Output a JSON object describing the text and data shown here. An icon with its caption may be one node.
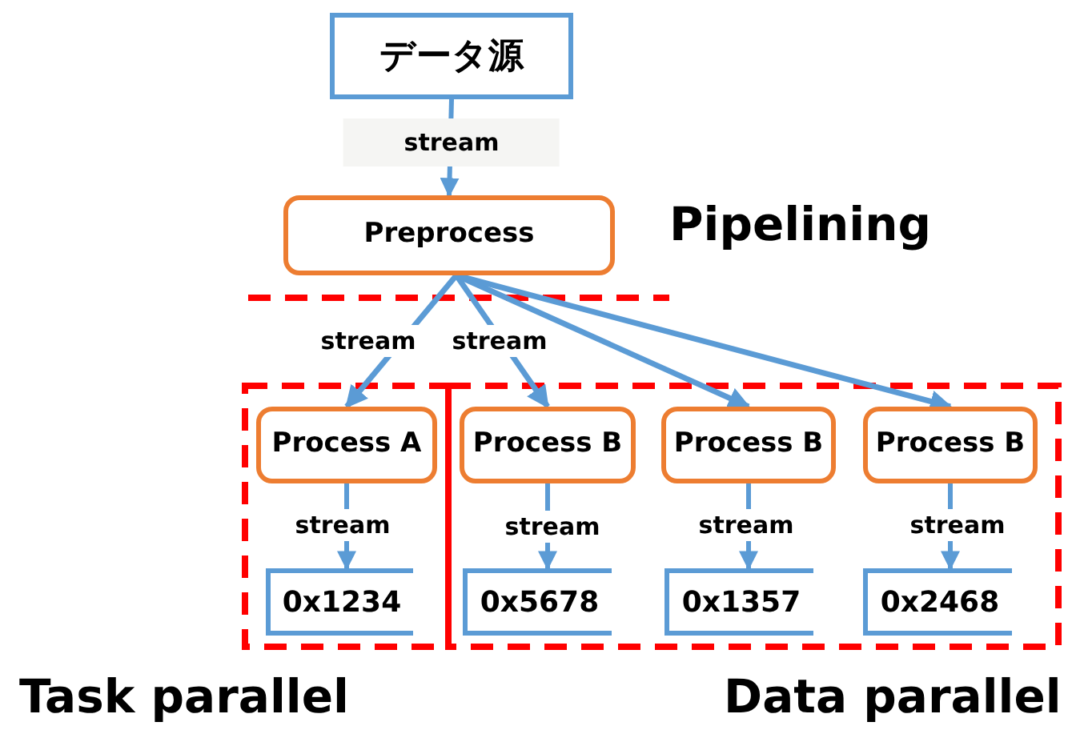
{
  "diagram": {
    "nodes": [
      {
        "text": [
          "データ源"
        ]
      },
      {
        "text": [
          "Preprocess"
        ]
      },
      {
        "text": [
          "Process A"
        ]
      },
      {
        "text": [
          "Process B"
        ]
      },
      {
        "text": [
          "Process B"
        ]
      },
      {
        "text": [
          "Process B"
        ]
      },
      {
        "text": [
          "0x1234"
        ]
      },
      {
        "text": [
          "0x5678"
        ]
      },
      {
        "text": [
          "0x1357"
        ]
      },
      {
        "text": [
          "0x2468"
        ]
      }
    ],
    "edges": [
      {
        "from": 0,
        "to": 1,
        "arrow": "to",
        "label": "stream"
      },
      {
        "from": 1,
        "to": 2,
        "arrow": "to",
        "label": "stream"
      },
      {
        "from": 1,
        "to": 3,
        "arrow": "to",
        "label": "stream"
      },
      {
        "from": 1,
        "to": 4,
        "arrow": "to"
      },
      {
        "from": 1,
        "to": 5,
        "arrow": "to"
      },
      {
        "from": 2,
        "to": 6,
        "arrow": "to",
        "label": "stream"
      },
      {
        "from": 3,
        "to": 7,
        "arrow": "to",
        "label": "stream"
      },
      {
        "from": 4,
        "to": 8,
        "arrow": "to",
        "label": "stream"
      },
      {
        "from": 5,
        "to": 9,
        "arrow": "to",
        "label": "stream"
      }
    ],
    "labels": [
      "Pipelining",
      "Task parallel",
      "Data parallel"
    ]
  }
}
